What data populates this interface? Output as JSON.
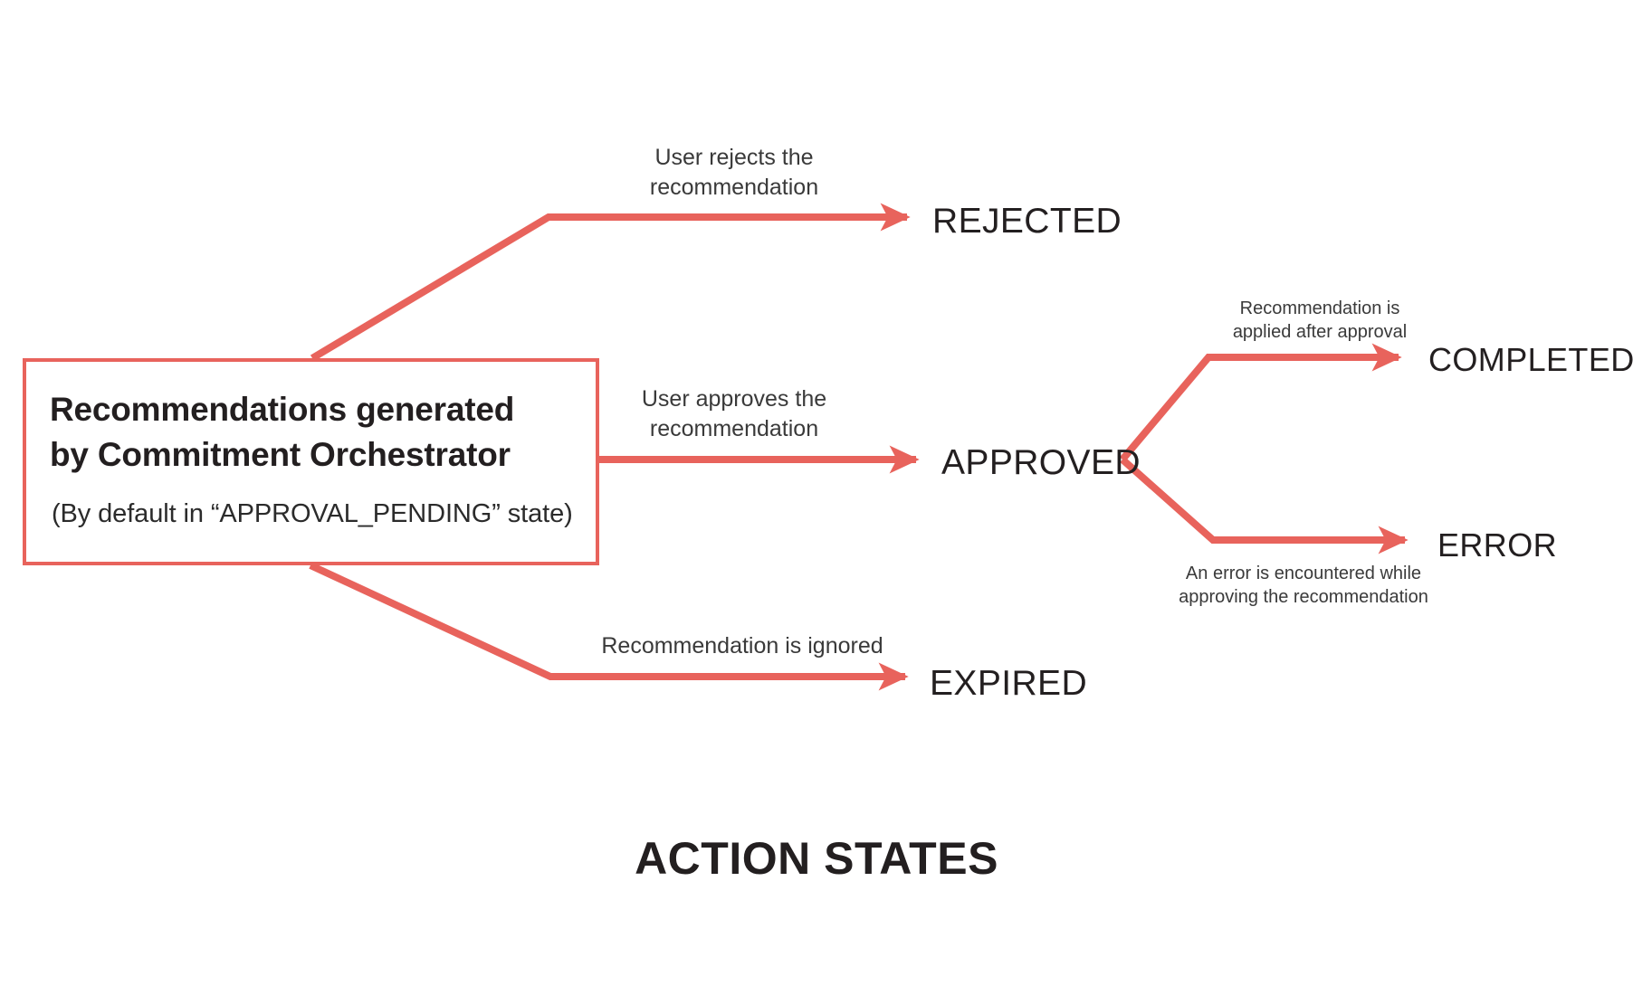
{
  "figure": {
    "title": "ACTION STATES",
    "accent_color": "#e8635c",
    "text_color": "#231f20",
    "label_color": "#3a3a3a",
    "background": "#ffffff"
  },
  "source": {
    "title": "Recommendations generated\nby Commitment Orchestrator",
    "title_line1": "Recommendations generated",
    "title_line2": "by Commitment Orchestrator",
    "subtitle": "(By default in “APPROVAL_PENDING” state)"
  },
  "states": {
    "rejected": "REJECTED",
    "approved": "APPROVED",
    "expired": "EXPIRED",
    "completed": "COMPLETED",
    "error": "ERROR"
  },
  "transitions": [
    {
      "id": "to-rejected",
      "from": "Recommendations generated by Commitment Orchestrator",
      "to": "REJECTED",
      "label": "User rejects the\nrecommendation"
    },
    {
      "id": "to-approved",
      "from": "Recommendations generated by Commitment Orchestrator",
      "to": "APPROVED",
      "label": "User approves the\nrecommendation"
    },
    {
      "id": "to-expired",
      "from": "Recommendations generated by Commitment Orchestrator",
      "to": "EXPIRED",
      "label": "Recommendation is ignored"
    },
    {
      "id": "to-completed",
      "from": "APPROVED",
      "to": "COMPLETED",
      "label": "Recommendation is\napplied after approval"
    },
    {
      "id": "to-error",
      "from": "APPROVED",
      "to": "ERROR",
      "label": "An error is encountered while\napproving the recommendation"
    }
  ]
}
